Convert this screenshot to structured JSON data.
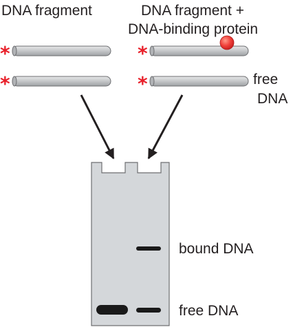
{
  "labels": {
    "left_title": "DNA fragment",
    "right_title_line1": "DNA fragment +",
    "right_title_line2": "DNA-binding protein",
    "free_dna_line1": "free",
    "free_dna_line2": "DNA",
    "bound_band": "bound DNA",
    "free_band": "free DNA"
  },
  "colors": {
    "radiolabel_star": "#e8202a",
    "protein": "#f0403a",
    "dna_rod": "#c8cacc",
    "gel": "#d4d7da",
    "band": "#1a1a1a",
    "text": "#231f20"
  },
  "icons": {
    "radiolabel": "asterisk",
    "protein": "sphere"
  }
}
